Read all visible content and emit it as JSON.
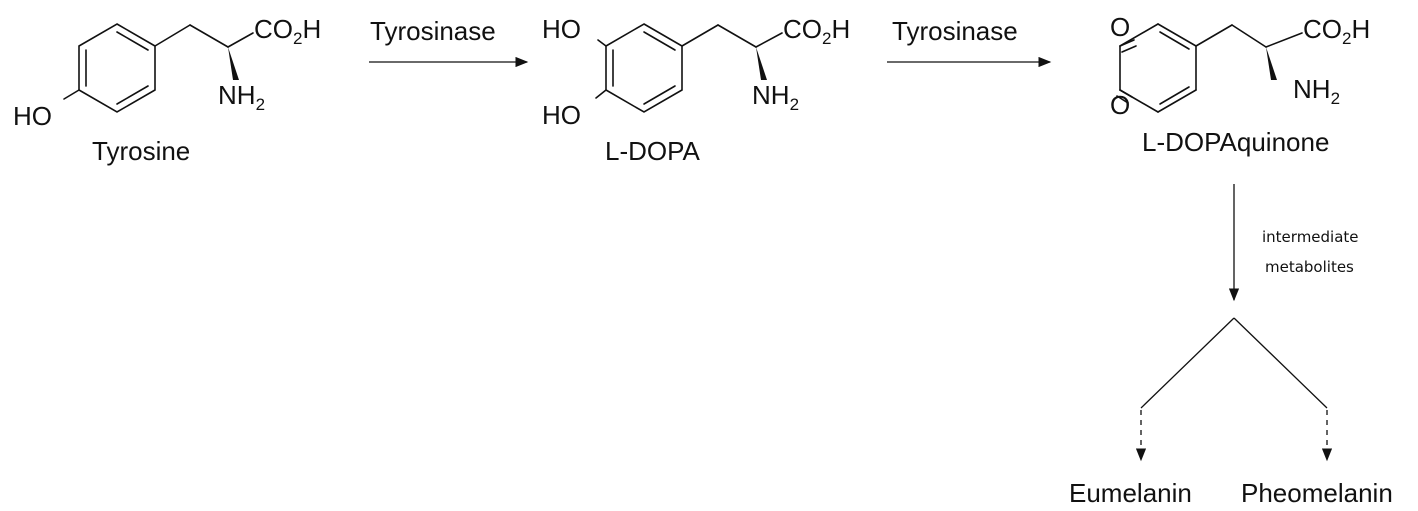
{
  "molecules": {
    "tyrosine": {
      "name": "Tyrosine",
      "sub_co2h": {
        "main": "CO",
        "sub": "2",
        "tail": "H"
      },
      "sub_nh2": {
        "main": "NH",
        "sub": "2"
      },
      "sub_ho": "HO"
    },
    "ldopa": {
      "name": "L-DOPA",
      "sub_co2h": {
        "main": "CO",
        "sub": "2",
        "tail": "H"
      },
      "sub_nh2": {
        "main": "NH",
        "sub": "2"
      },
      "sub_ho_top": "HO",
      "sub_ho_bottom": "HO"
    },
    "ldopaquinone": {
      "name": "L-DOPAquinone",
      "sub_co2h": {
        "main": "CO",
        "sub": "2",
        "tail": "H"
      },
      "sub_nh2": {
        "main": "NH",
        "sub": "2"
      },
      "sub_o_top": "O",
      "sub_o_bottom": "O"
    }
  },
  "arrows": {
    "step1": {
      "label": "Tyrosinase"
    },
    "step2": {
      "label": "Tyrosinase"
    },
    "step3": {
      "label_line1": "intermediate",
      "label_line2": "metabolites"
    }
  },
  "products": {
    "eumelanin": "Eumelanin",
    "pheomelanin": "Pheomelanin"
  }
}
